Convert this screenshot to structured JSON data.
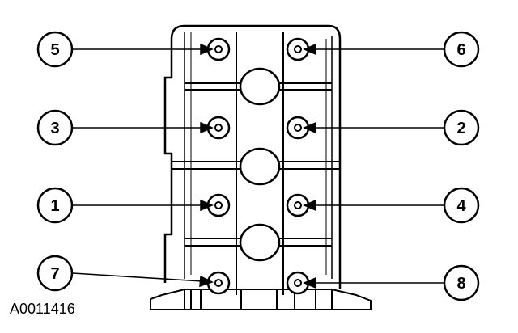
{
  "callouts": [
    {
      "label": "5"
    },
    {
      "label": "6"
    },
    {
      "label": "3"
    },
    {
      "label": "2"
    },
    {
      "label": "1"
    },
    {
      "label": "4"
    },
    {
      "label": "7"
    },
    {
      "label": "8"
    }
  ],
  "figure_id": "A0011416"
}
